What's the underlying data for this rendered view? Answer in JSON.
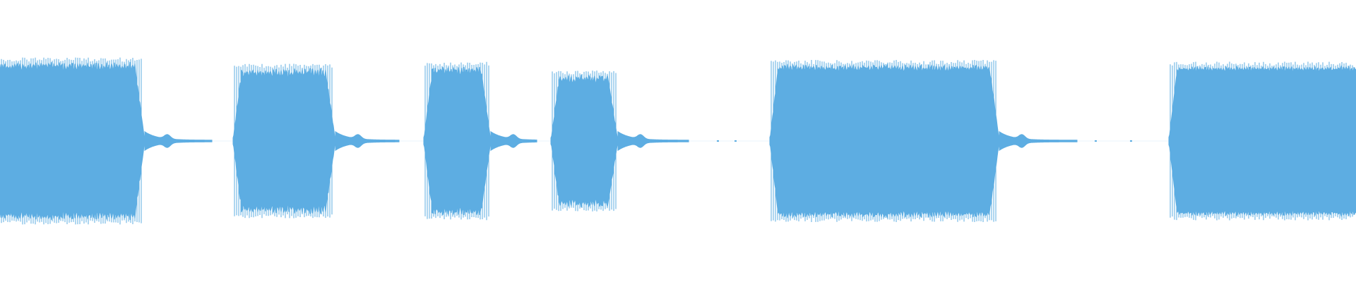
{
  "waveform": {
    "color": "#5dade2",
    "background": "#ffffff",
    "duration_units": 1920,
    "segments": [
      {
        "start": 0,
        "end": 205,
        "level": 0.95,
        "ripple": 0.06,
        "decay_tail": 95
      },
      {
        "start": 330,
        "end": 475,
        "level": 0.88,
        "ripple": 0.07,
        "decay_tail": 90
      },
      {
        "start": 600,
        "end": 695,
        "level": 0.9,
        "ripple": 0.07,
        "decay_tail": 65
      },
      {
        "start": 780,
        "end": 875,
        "level": 0.8,
        "ripple": 0.07,
        "decay_tail": 100
      },
      {
        "start": 1090,
        "end": 1415,
        "level": 0.92,
        "ripple": 0.05,
        "decay_tail": 110
      },
      {
        "start": 1655,
        "end": 1920,
        "level": 0.9,
        "ripple": 0.04,
        "decay_tail": 0
      }
    ],
    "specks": [
      1015,
      1040,
      1550,
      1600
    ]
  }
}
